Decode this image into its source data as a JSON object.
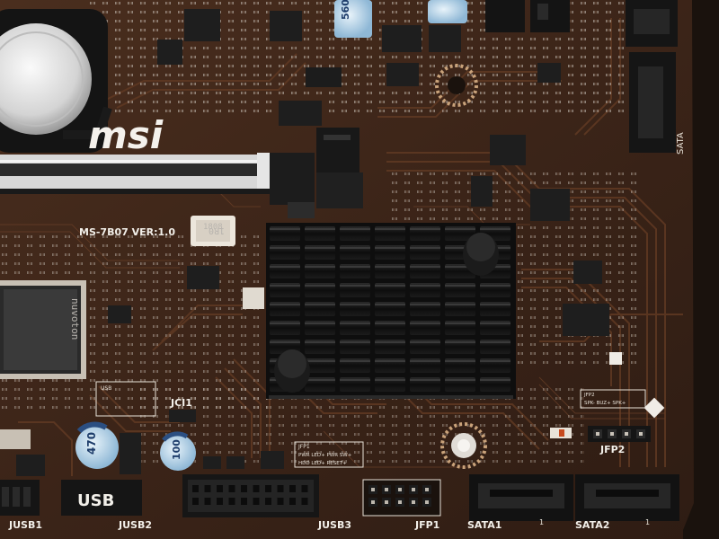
{
  "brand": {
    "logo_text": "msi"
  },
  "board": {
    "model_label": "MS-7B07 VER:1.0"
  },
  "chips": {
    "super_io_label": "nuvoton",
    "inductor_code": "1R0",
    "inductor_code2": "1808"
  },
  "capacitors": [
    {
      "value": "470"
    },
    {
      "value": "100"
    },
    {
      "value": "560"
    }
  ],
  "connectors": {
    "usb_header_left_label": "JUSB1",
    "usb_header_mid_label": "JUSB2",
    "usb_header_mid_mark": "USB",
    "usb3_header_label": "JUSB3",
    "front_panel_label": "JFP1",
    "front_panel2_label": "JFP2",
    "sata1_label": "SATA1",
    "sata2_label": "SATA2",
    "sata_top_label": "SATA",
    "jci_label": "JCI1",
    "jfp1_legend_title": "JFP1",
    "jfp1_legend_row1": "PWR LED+ PWR SW+",
    "jfp1_legend_row2": "HDD LED+ RESET+",
    "jfp2_legend_title": "JFP2",
    "jfp2_legend_row": "SPK- BUZ+ SPK+",
    "usb_legend_title": "USB",
    "pin_mark": "1"
  },
  "colors": {
    "pcb": "#3a2418",
    "trace": "#5a3420",
    "heatsink": "#121212",
    "silkscreen": "#e8e2d8",
    "capacitor": "#bcd8ec",
    "connector": "#1a1a1a"
  }
}
